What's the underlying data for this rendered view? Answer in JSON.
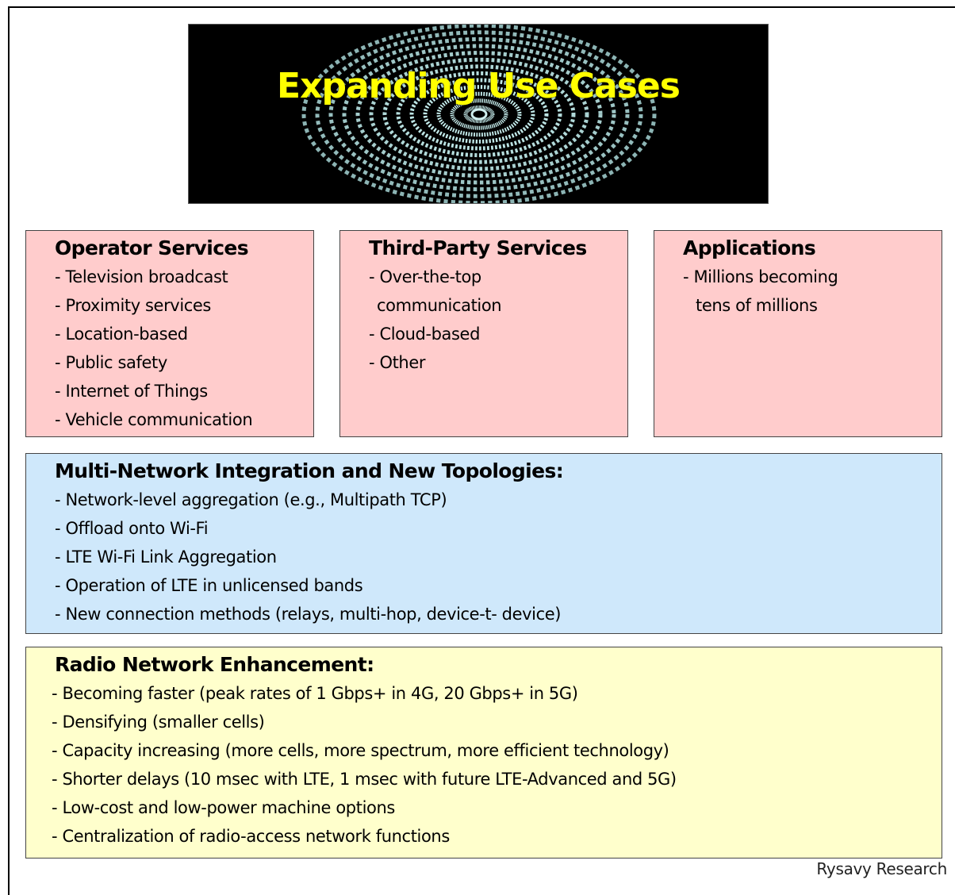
{
  "banner": {
    "title": "Expanding Use Cases"
  },
  "operator": {
    "heading": "Operator Services",
    "items": [
      "- Television broadcast",
      "- Proximity services",
      "- Location-based",
      "- Public safety",
      "- Internet of Things",
      "- Vehicle communication"
    ]
  },
  "third_party": {
    "heading": "Third-Party Services",
    "items": [
      "- Over-the-top",
      "communication",
      "- Cloud-based",
      "- Other"
    ]
  },
  "applications": {
    "heading": "Applications",
    "items": [
      "- Millions becoming",
      "tens of millions"
    ]
  },
  "multi_network": {
    "heading": "Multi-Network Integration and New Topologies:",
    "items": [
      "- Network-level aggregation (e.g., Multipath TCP)",
      "- Offload onto Wi-Fi",
      "- LTE Wi-Fi Link Aggregation",
      "- Operation of LTE in unlicensed bands",
      "- New connection methods (relays, multi-hop, device-t- device)"
    ]
  },
  "radio": {
    "heading": "Radio Network Enhancement:",
    "items": [
      "- Becoming faster (peak rates of 1 Gbps+ in 4G, 20 Gbps+ in 5G)",
      "- Densifying (smaller cells)",
      "- Capacity increasing (more cells, more spectrum, more efficient technology)",
      "- Shorter delays (10 msec with LTE, 1 msec with future LTE-Advanced and 5G)",
      "- Low-cost and low-power machine options",
      "- Centralization of radio-access network functions"
    ]
  },
  "credit": "Rysavy Research",
  "colors": {
    "pink": "#ffcccc",
    "blue": "#cfe8fb",
    "yellow": "#ffffcc",
    "title": "#ffff00"
  }
}
